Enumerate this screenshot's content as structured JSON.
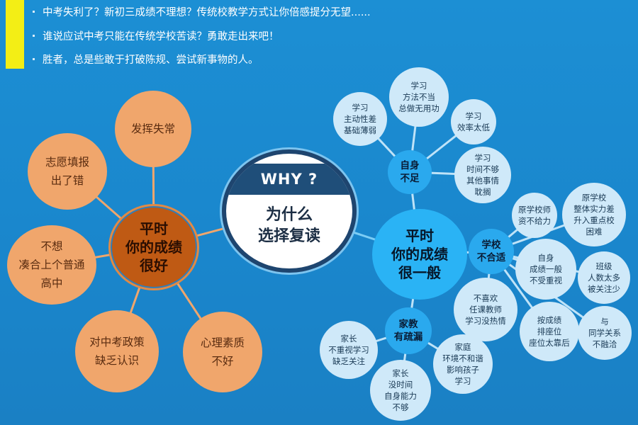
{
  "header": {
    "lines": [
      "中考失利了？新初三成绩不理想？传统校教学方式让你倍感提分无望......",
      "谁说应试中考只能在传统学校苦读？勇敢走出来吧！",
      "胜者，总是些敢于打破陈规、尝试新事物的人。"
    ]
  },
  "center": {
    "band": "WHY ?",
    "lines": [
      "为什么",
      "选择复读"
    ]
  },
  "left_hub": {
    "lines": [
      "平时",
      "你的成绩",
      "很好"
    ]
  },
  "left_nodes": [
    {
      "lines": [
        "发挥失常"
      ]
    },
    {
      "lines": [
        "志愿填报",
        "出了错"
      ]
    },
    {
      "lines": [
        "不想",
        "凑合上个普通",
        "高中"
      ]
    },
    {
      "lines": [
        "对中考政策",
        "缺乏认识"
      ]
    },
    {
      "lines": [
        "心理素质",
        "不好"
      ]
    }
  ],
  "right_hub": {
    "lines": [
      "平时",
      "你的成绩",
      "很一般"
    ]
  },
  "self_group": {
    "label": [
      "自身",
      "不足"
    ],
    "leaves": [
      {
        "lines": [
          "学习",
          "主动性差",
          "基础薄弱"
        ]
      },
      {
        "lines": [
          "学习",
          "方法不当",
          "总做无用功"
        ]
      },
      {
        "lines": [
          "学习",
          "效率太低"
        ]
      },
      {
        "lines": [
          "学习",
          "时间不够",
          "其他事情",
          "耽搁"
        ]
      }
    ]
  },
  "school_group": {
    "label": [
      "学校",
      "不合适"
    ],
    "leaves": [
      {
        "lines": [
          "原学校师",
          "资不给力"
        ]
      },
      {
        "lines": [
          "原学校",
          "整体实力差",
          "升入重点校",
          "困难"
        ]
      },
      {
        "lines": [
          "自身",
          "成绩一般",
          "不受重视"
        ]
      },
      {
        "lines": [
          "班级",
          "人数太多",
          "被关注少"
        ]
      },
      {
        "lines": [
          "不喜欢",
          "任课教师",
          "学习没热情"
        ]
      },
      {
        "lines": [
          "按成绩",
          "排座位",
          "座位太靠后"
        ]
      },
      {
        "lines": [
          "与",
          "同学关系",
          "不融洽"
        ]
      }
    ]
  },
  "family_group": {
    "label": [
      "家教",
      "有疏漏"
    ],
    "leaves": [
      {
        "lines": [
          "家长",
          "不重视学习",
          "缺乏关注"
        ]
      },
      {
        "lines": [
          "家长",
          "没时间",
          "自身能力",
          "不够"
        ]
      },
      {
        "lines": [
          "家庭",
          "环境不和谐",
          "影响孩子",
          "学习"
        ]
      }
    ]
  },
  "colors": {
    "background": "#1c8fd4",
    "orange_hub": "#bf5a14",
    "orange_node": "#f0a66c",
    "blue_hub": "#2ab3f5",
    "blue_mid": "#2aa9ee",
    "blue_leaf": "#cfe9f9",
    "center_band": "#1f4e79",
    "yellow_bar": "#f3ee15"
  }
}
